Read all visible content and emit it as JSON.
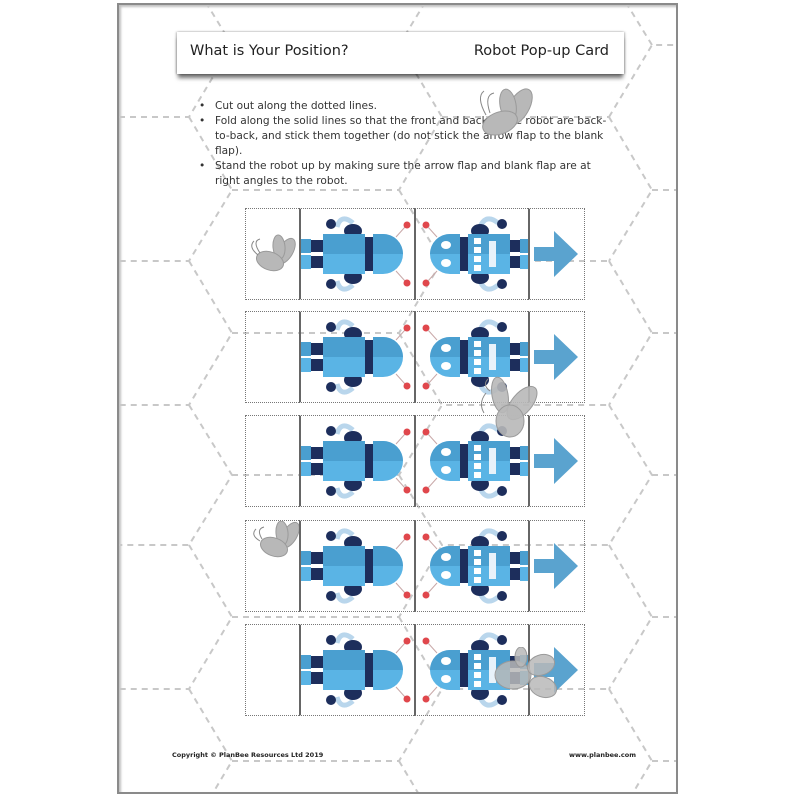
{
  "header": {
    "title": "What is Your Position?",
    "subtitle": "Robot Pop-up Card"
  },
  "instructions": [
    "Cut out along the dotted lines.",
    "Fold along the solid lines so that the front and back of the robot are back-to-back, and stick them together (do not stick the arrow flap to the blank flap).",
    "Stand the robot up by making sure the arrow flap and blank flap are at right angles to the robot."
  ],
  "cards": [
    {
      "row": 1,
      "left_flap": "bee-icon",
      "front": "robot-front",
      "back": "robot-back",
      "right_flap": "arrow-right"
    },
    {
      "row": 2,
      "left_flap": "blank",
      "front": "robot-front",
      "back": "robot-back",
      "right_flap": "arrow-right",
      "overlay": "bee-icon"
    },
    {
      "row": 3,
      "left_flap": "blank",
      "front": "robot-front",
      "back": "robot-back",
      "right_flap": "arrow-right"
    },
    {
      "row": 4,
      "left_flap": "bee-icon",
      "front": "robot-front",
      "back": "robot-back",
      "right_flap": "arrow-right"
    },
    {
      "row": 5,
      "left_flap": "blank",
      "front": "robot-front",
      "back": "robot-back",
      "right_flap": "arrow-right",
      "overlay": "bee-icon"
    }
  ],
  "colors": {
    "robot_light": "#5ab4e5",
    "robot_mid": "#4a9fd0",
    "robot_dark": "#1d2e5c",
    "antenna_red": "#e0474c",
    "arrow": "#5aa3cf",
    "bee_grey": "#b8b8b8"
  },
  "footer": {
    "copyright": "Copyright © PlanBee Resources Ltd 2019",
    "website": "www.planbee.com"
  }
}
